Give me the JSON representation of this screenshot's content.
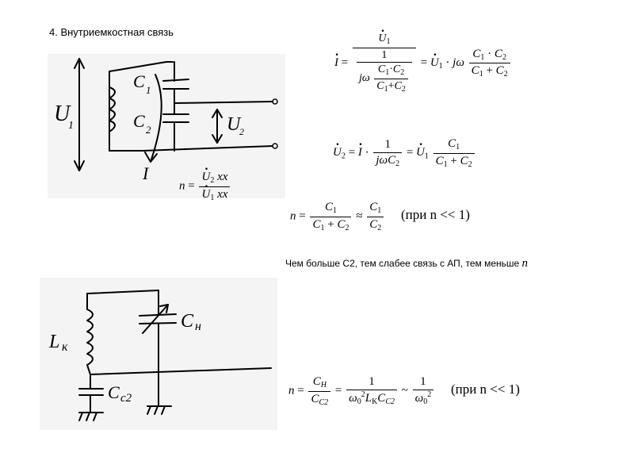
{
  "heading": "4.  Внутриемкостная связь",
  "caption": {
    "text": "Чем больше C2, тем слабее связь с АП, тем меньше ",
    "var": "n"
  },
  "labels": {
    "u1": "U1",
    "u2": "U2",
    "c1": "C1",
    "c2": "C2",
    "i": "I",
    "lk": "Lк",
    "cn": "Cн",
    "cc2": "Cc2"
  },
  "equations": {
    "n_xx": "n = U2 XX / U1 XX",
    "current": "I = U1 / (1 / (jω · C1·C2/(C1+C2))) = U1 · jω · C1·C2/(C1+C2)",
    "voltage": "U2 = I · 1/(jωC2) = U1 · C1/(C1+C2)",
    "n_approx": "n = C1/(C1+C2) ≈ C1/C2",
    "n_approx_cond": "(при n  << 1)",
    "n_final": "n = CH/CC2 = 1/(ω0² LK CC2) ~ 1/ω0²",
    "n_final_cond": "(при n  << 1)"
  }
}
